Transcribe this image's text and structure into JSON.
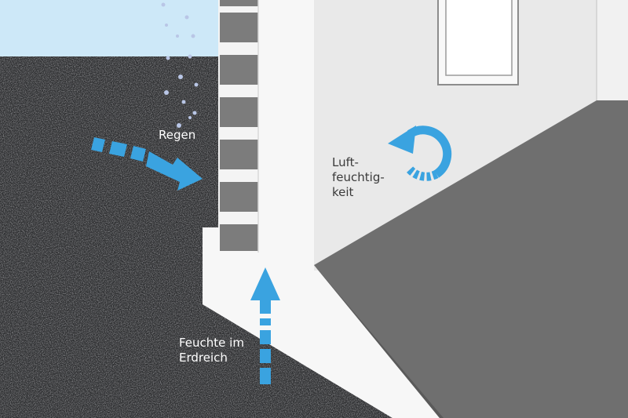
{
  "labels": {
    "rain": "Regen",
    "air_humidity": "Luft-\nfeuchtig-\nkeit",
    "ground_moisture": "Feuchte im\nErdreich"
  },
  "colors": {
    "sky": "#cde8f8",
    "soil": "#2e2f31",
    "wall": "#f4f4f4",
    "room_wall": "#e9e9e9",
    "floor": "#6f6f6f",
    "brick": "#7c7c7c",
    "arrow": "#3aa3e0",
    "droplet": "#b9c6e6"
  },
  "icons": [
    "rain-arrow-icon",
    "rising-damp-arrow-icon",
    "circular-arrow-icon",
    "raindrop-icon"
  ]
}
